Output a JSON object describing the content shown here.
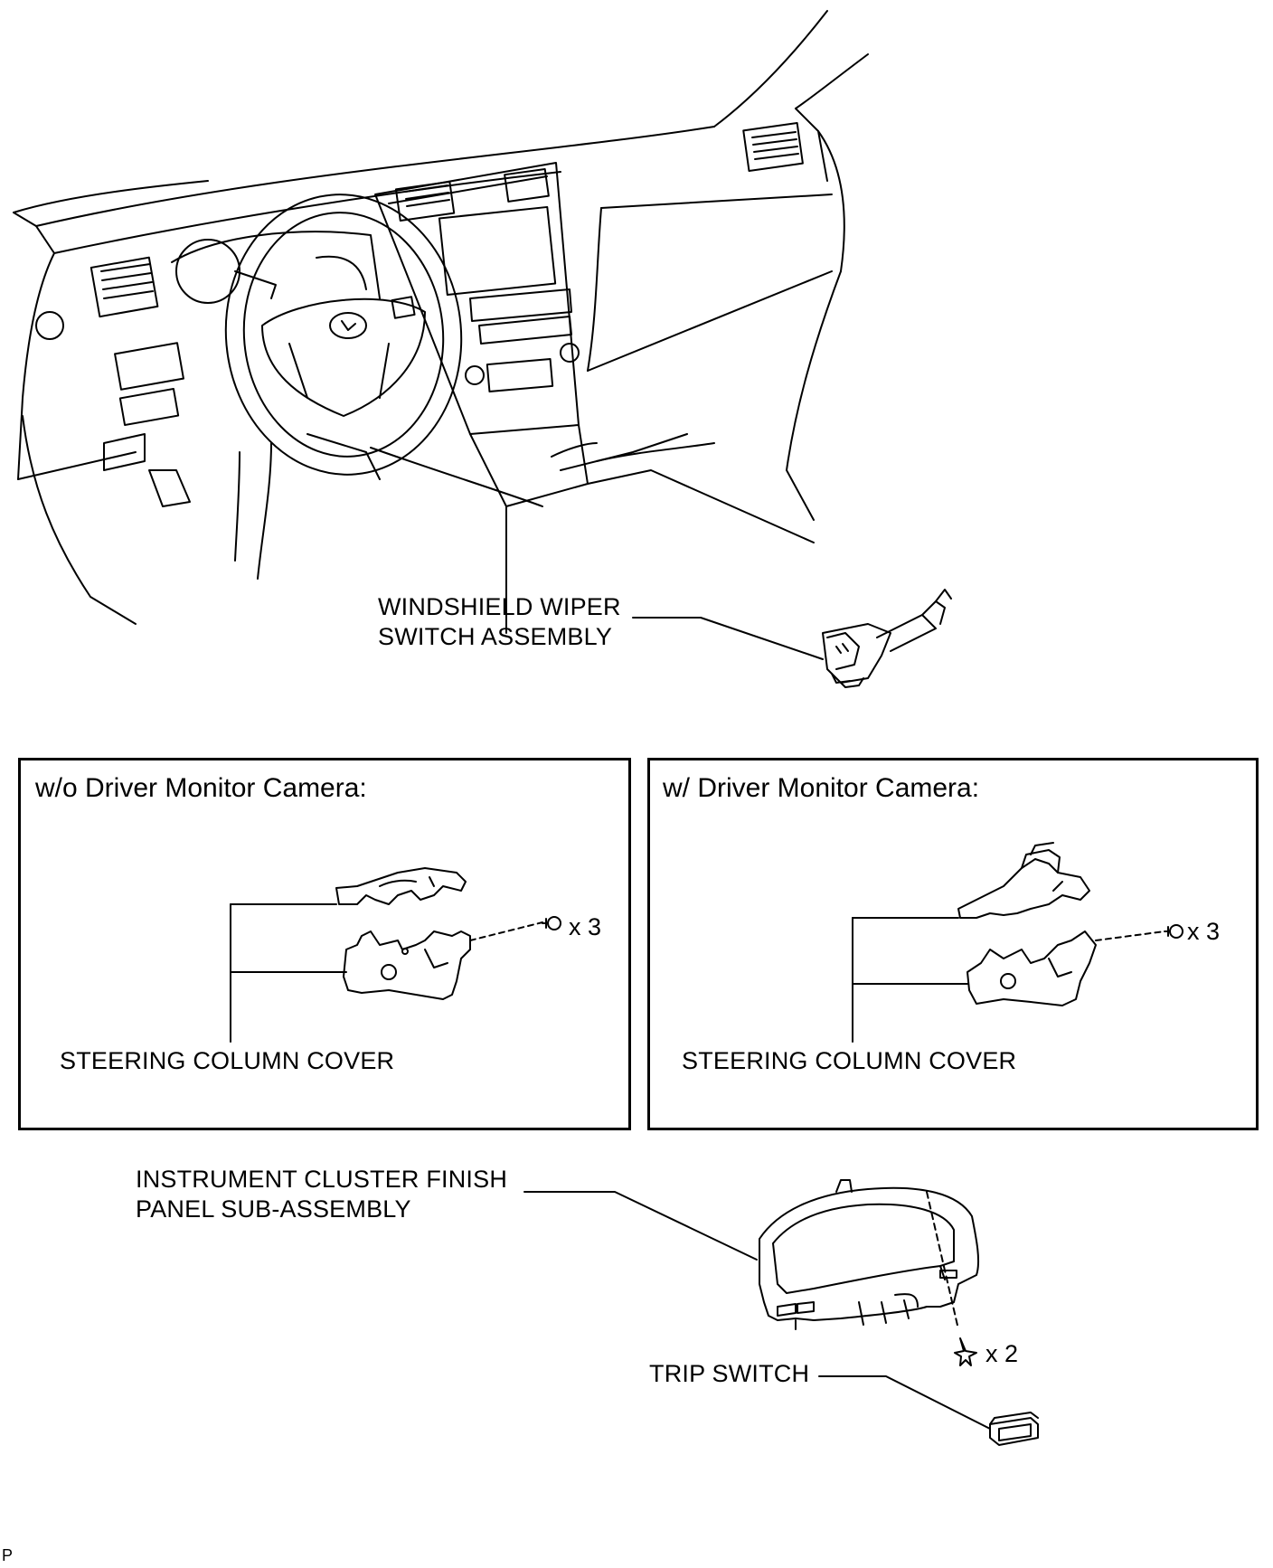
{
  "parts": {
    "wiper_switch": {
      "line1": "WINDSHIELD WIPER",
      "line2": "SWITCH ASSEMBLY"
    },
    "cluster_panel": {
      "line1": "INSTRUMENT CLUSTER FINISH",
      "line2": "PANEL SUB-ASSEMBLY"
    },
    "trip_switch": {
      "label": "TRIP SWITCH"
    },
    "cluster_clip_qty": "x 2"
  },
  "panels": {
    "left": {
      "title": "w/o Driver Monitor Camera:",
      "part_label": "STEERING COLUMN COVER",
      "screw_qty": "x 3"
    },
    "right": {
      "title": "w/ Driver Monitor Camera:",
      "part_label": "STEERING COLUMN COVER",
      "screw_qty": "x 3"
    }
  },
  "figure_code": "P"
}
